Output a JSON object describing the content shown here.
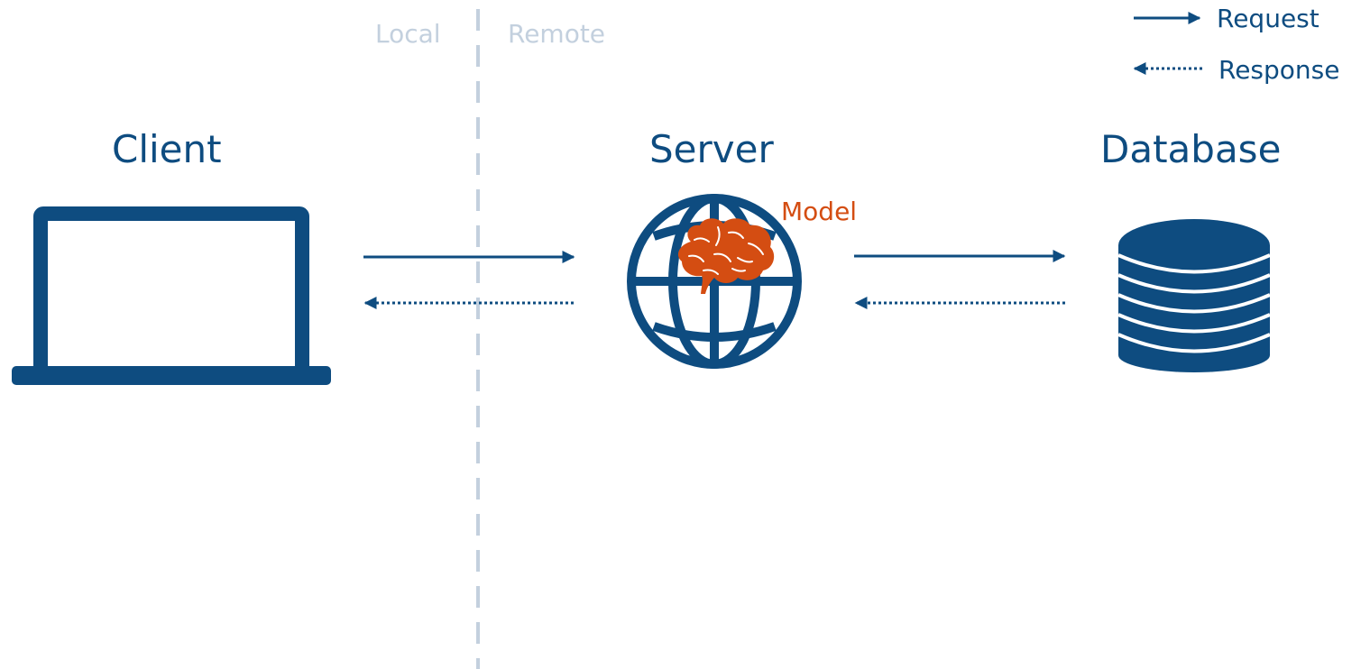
{
  "zones": {
    "local_label": "Local",
    "remote_label": "Remote"
  },
  "nodes": {
    "client": {
      "title": "Client",
      "icon": "laptop-icon"
    },
    "server": {
      "title": "Server",
      "icon": "globe-icon"
    },
    "database": {
      "title": "Database",
      "icon": "database-icon"
    }
  },
  "model": {
    "label": "Model",
    "icon": "brain-icon"
  },
  "legend": {
    "request_label": "Request",
    "response_label": "Response"
  },
  "colors": {
    "primary": "#0e4c80",
    "accent": "#d44d12",
    "divider": "#c3d0de"
  }
}
